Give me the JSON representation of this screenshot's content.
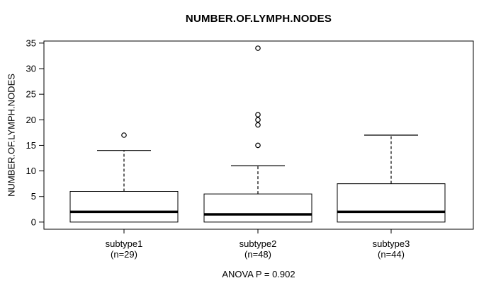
{
  "title": "NUMBER.OF.LYMPH.NODES",
  "footer": "ANOVA P = 0.902",
  "chart_data": {
    "type": "boxplot",
    "title": "NUMBER.OF.LYMPH.NODES",
    "xlabel": "",
    "ylabel": "NUMBER.OF.LYMPH.NODES",
    "ylim": [
      0,
      35
    ],
    "y_ticks": [
      0,
      5,
      10,
      15,
      20,
      25,
      30,
      35
    ],
    "grid": false,
    "legend": "none",
    "annotation": "ANOVA P = 0.902",
    "colors": {
      "line": "#000000",
      "background": "#ffffff",
      "box_fill": "#ffffff"
    },
    "groups": [
      {
        "label": "subtype1",
        "sublabel": "(n=29)",
        "n": 29,
        "whisker_low": 0,
        "q1": 0,
        "median": 2,
        "q3": 6,
        "whisker_high": 14,
        "outliers": [
          17
        ]
      },
      {
        "label": "subtype2",
        "sublabel": "(n=48)",
        "n": 48,
        "whisker_low": 0,
        "q1": 0,
        "median": 1.5,
        "q3": 5.5,
        "whisker_high": 11,
        "outliers": [
          15,
          19,
          20,
          21,
          34
        ]
      },
      {
        "label": "subtype3",
        "sublabel": "(n=44)",
        "n": 44,
        "whisker_low": 0,
        "q1": 0,
        "median": 2,
        "q3": 7.5,
        "whisker_high": 17,
        "outliers": []
      }
    ]
  }
}
